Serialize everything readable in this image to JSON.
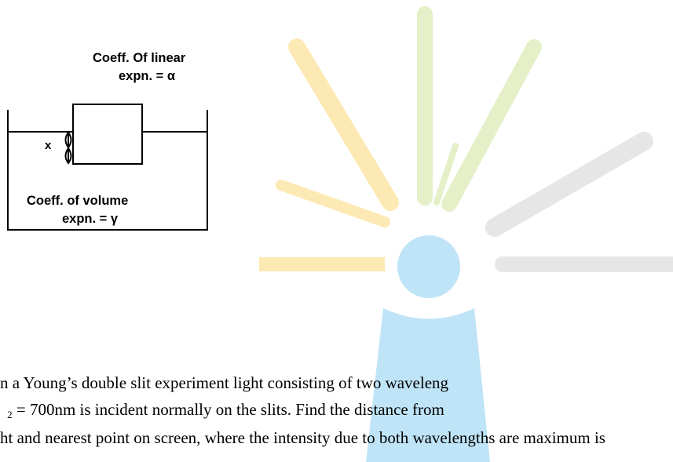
{
  "diagram": {
    "solid_label_line1": "Coeff. Of linear",
    "solid_label_line2": "expn. = α",
    "liquid_label_line1": "Coeff. of volume",
    "liquid_label_line2": "expn. = γ",
    "depth_label": "x"
  },
  "watermark": {
    "colors": {
      "yellow": "#fde9b3",
      "green": "#e5f0c8",
      "gray": "#e6e6e6",
      "blue": "#bfe4f7"
    }
  },
  "text": {
    "line1": "n a Young’s double slit experiment light consisting of two waveleng",
    "line2_sub": "2",
    "line2_eq": " = 700",
    "line2_unit": "nm",
    "line2_rest": " is incident normally on the slits. Find the distance from",
    "line3": "ht and nearest point on screen, where the intensity due to both wavelengths are maximum is"
  }
}
